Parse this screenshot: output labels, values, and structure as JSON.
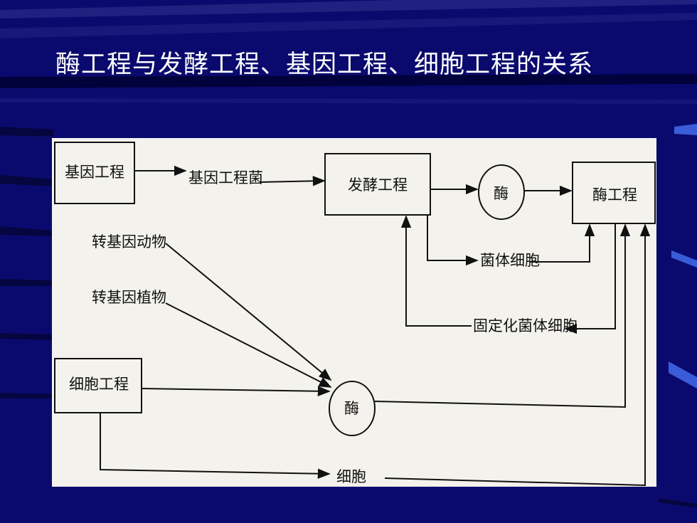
{
  "slide": {
    "title": "酶工程与发酵工程、基因工程、细胞工程的关系",
    "background_color": "#0a0a6e"
  },
  "diagram": {
    "nodes": {
      "gene_engineering": "基因工程",
      "gene_engineered_bacteria": "基因工程菌",
      "fermentation_engineering": "发酵工程",
      "enzyme_top": "酶",
      "enzyme_engineering": "酶工程",
      "transgenic_animal": "转基因动物",
      "transgenic_plant": "转基因植物",
      "bacterial_cell": "菌体细胞",
      "immobilized_bacterial_cell": "固定化菌体细胞",
      "cell_engineering": "细胞工程",
      "enzyme_bottom": "酶",
      "cell": "细胞"
    }
  }
}
